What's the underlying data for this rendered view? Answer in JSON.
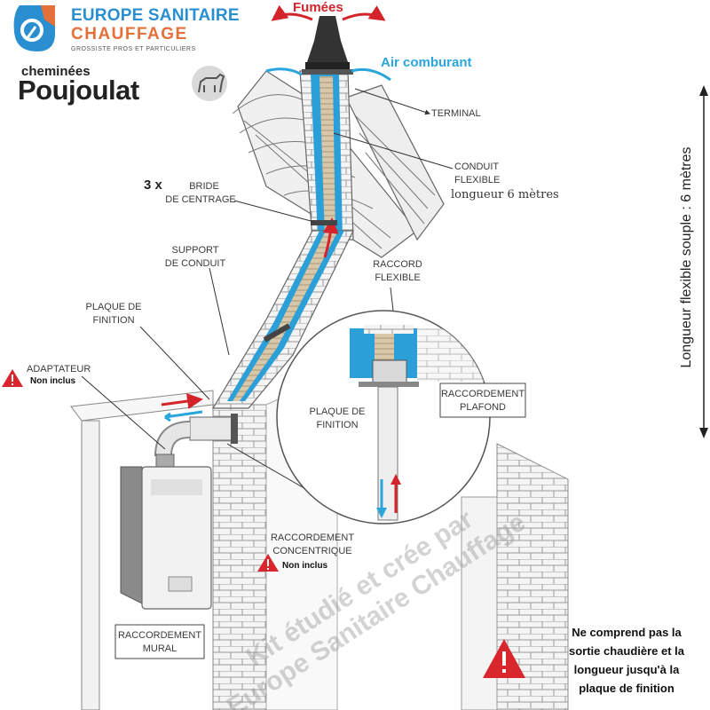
{
  "branding": {
    "distributor_line1": "EUROPE SANITAIRE",
    "distributor_line2": "CHAUFFAGE",
    "distributor_tagline": "GROSSISTE PROS ET PARTICULIERS",
    "manufacturer_line1": "cheminées",
    "manufacturer_line2": "Poujoulat"
  },
  "flows": {
    "fumes": "Fumées",
    "combustion_air": "Air comburant"
  },
  "labels": {
    "terminal": "TERMINAL",
    "conduit_flexible": [
      "CONDUIT",
      "FLEXIBLE"
    ],
    "conduit_length": "longueur 6 mètres",
    "bride_qty": "3 x",
    "bride": [
      "BRIDE",
      "DE CENTRAGE"
    ],
    "support": [
      "SUPPORT",
      "DE CONDUIT"
    ],
    "raccord_flexible": [
      "RACCORD",
      "FLEXIBLE"
    ],
    "plaque_finition": [
      "PLAQUE DE",
      "FINITION"
    ],
    "plaque_finition_detail": [
      "PLAQUE DE",
      "FINITION"
    ],
    "raccordement_plafond": [
      "RACCORDEMENT",
      "PLAFOND"
    ],
    "adaptateur": "ADAPTATEUR",
    "adaptateur_note": "Non inclus",
    "raccordement_concentrique": [
      "RACCORDEMENT",
      "CONCENTRIQUE"
    ],
    "concentrique_note": "Non inclus",
    "raccordement_mural": [
      "RACCORDEMENT",
      "MURAL"
    ]
  },
  "dimension_note": "Longueur flexible souple : 6 mètres",
  "warning_note": [
    "Ne comprend pas la",
    "sortie chaudière et la",
    "longueur jusqu'à la",
    "plaque de finition"
  ],
  "watermark": [
    "Kit étudié et crée par",
    "Europe Sanitaire Chauffage"
  ],
  "colors": {
    "brand_blue": "#2a8fd1",
    "brand_orange": "#e5703a",
    "fumes_red": "#d3242b",
    "air_blue": "#2aa6dc",
    "duct_blue": "#2b9fd8",
    "flex_beige": "#d8c7a8",
    "warning_red": "#d9262c"
  },
  "icons": [
    "warning-icon",
    "dog-logo-icon",
    "distributor-logo-icon"
  ]
}
